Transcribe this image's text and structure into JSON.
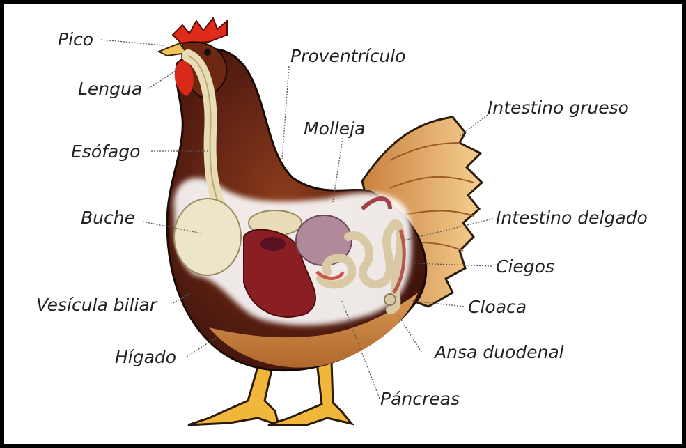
{
  "labels": {
    "pico": "Pico",
    "lengua": "Lengua",
    "esofago": "Esófago",
    "buche": "Buche",
    "vesicula": "Vesícula biliar",
    "higado": "Hígado",
    "proventriculo": "Proventrículo",
    "molleja": "Molleja",
    "intestino_grueso": "Intestino grueso",
    "intestino_delgado": "Intestino delgado",
    "ciegos": "Ciegos",
    "cloaca": "Cloaca",
    "ansa_duodenal": "Ansa duodenal",
    "pancreas": "Páncreas"
  },
  "colors": {
    "plumage": "#5a1f12",
    "tail": "#e0a863",
    "comb": "#e02a1a",
    "crop": "#ede5c8",
    "liver": "#8a1f23",
    "gizzard": "#b08a9a",
    "legs": "#f0b73a"
  }
}
